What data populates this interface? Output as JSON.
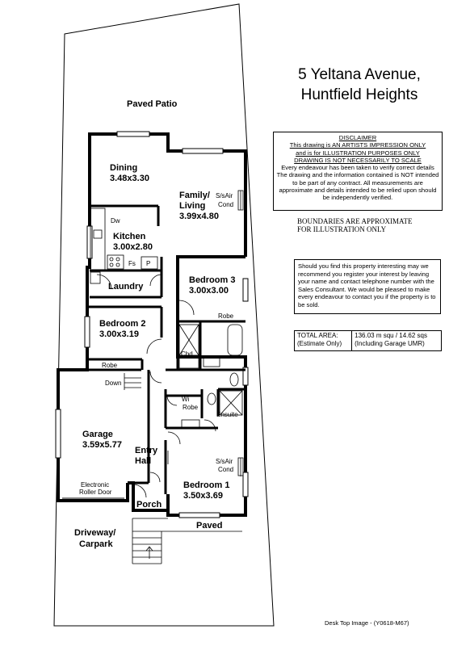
{
  "address": {
    "line1": "5 Yeltana Avenue,",
    "line2": "Huntfield Heights"
  },
  "disclaimer": {
    "heading": "DISCLAIMER",
    "lines": [
      "This drawing is AN ARTISTS IMPRESSION ONLY",
      "and is for ILLUSTRATION PURPOSES ONLY",
      "DRAWING IS NOT NECESSARILY TO SCALE"
    ],
    "body": "Every endeavour has been taken to verify correct details The drawing and the information contained is NOT intended to be part of any contract. All measurements are approximate and details intended to be relied upon should be independently verified."
  },
  "boundaries": {
    "line1": "BOUNDARIES ARE APPROXIMATE",
    "line2": "FOR ILLUSTRATION ONLY"
  },
  "interest_note": "Should you find this property interesting may we recommend you register your interest by leaving your name and contact telephone number with the Sales Consultant. We would be pleased to make every endeavour to contact you if the property is to be sold.",
  "total_area": {
    "label1": "TOTAL AREA:",
    "label2": "(Estimate Only)",
    "value1": "136.03 m squ /  14.62 sqs",
    "value2": "(Including Garage UMR)"
  },
  "exterior": {
    "patio": "Paved Patio",
    "paved": "Paved",
    "driveway1": "Driveway/",
    "driveway2": "Carpark"
  },
  "rooms": {
    "dining": {
      "name": "Dining",
      "size": "3.48x3.30"
    },
    "family": {
      "name1": "Family/",
      "name2": "Living",
      "size": "3.99x4.80",
      "aircon1": "S/sAir",
      "aircon2": "Cond"
    },
    "kitchen": {
      "name": "Kitchen",
      "size": "3.00x2.80",
      "dw": "Dw",
      "fs": "Fs",
      "p": "P"
    },
    "laundry": {
      "name": "Laundry"
    },
    "bedroom3": {
      "name": "Bedroom 3",
      "size": "3.00x3.00",
      "robe": "Robe"
    },
    "bedroom2": {
      "name": "Bedroom 2",
      "size": "3.00x3.19",
      "robe": "Robe"
    },
    "cbd": "Cbd",
    "down": "Down",
    "garage": {
      "name": "Garage",
      "size": "3.59x5.77",
      "door1": "Electronic",
      "door2": "Roller Door"
    },
    "entry": {
      "name1": "Entry",
      "name2": "Hall"
    },
    "ensuite": {
      "name": "Ensuite",
      "wi": "Wi",
      "robe": "Robe"
    },
    "bedroom1": {
      "name": "Bedroom 1",
      "size": "3.50x3.69",
      "aircon1": "S/sAir",
      "aircon2": "Cond"
    },
    "porch": "Porch"
  },
  "footer": "Desk Top Image - (Y0618-M67)"
}
